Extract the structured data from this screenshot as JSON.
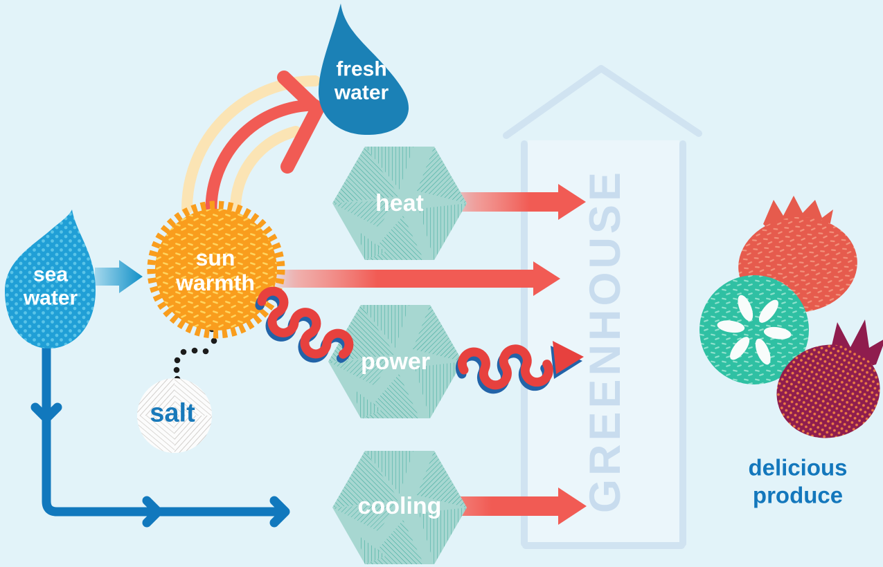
{
  "diagram": {
    "background_color": "#e2f3f9",
    "nodes": {
      "sea_water": {
        "label": "sea water",
        "fill": "#209fd6",
        "text_color": "#ffffff"
      },
      "sun_warmth": {
        "label": "sun warmth",
        "fill": "#f99d1d",
        "text_color": "#ffffff"
      },
      "fresh_water": {
        "label": "fresh water",
        "fill": "#1b81b6",
        "text_color": "#ffffff"
      },
      "heat": {
        "label": "heat",
        "fill": "#a7d7d1",
        "text_color": "#ffffff"
      },
      "power": {
        "label": "power",
        "fill": "#a7d7d1",
        "text_color": "#ffffff"
      },
      "cooling": {
        "label": "cooling",
        "fill": "#a7d7d1",
        "text_color": "#ffffff"
      },
      "salt": {
        "label": "salt",
        "fill": "#fcfcfc",
        "text_color": "#1879ba"
      },
      "greenhouse": {
        "label": "GREENHOUSE",
        "outline_color": "#d0e3f1",
        "text_color": "#c8dcee"
      },
      "delicious_produce": {
        "label": "delicious produce",
        "text_color": "#1377bc"
      }
    },
    "flows": [
      {
        "from": "sea water",
        "to": "sun warmth",
        "style": "short blue arrow"
      },
      {
        "from": "sun warmth",
        "to": "fresh water",
        "style": "curved red arrow with cream bands"
      },
      {
        "from": "sun warmth",
        "to": "greenhouse",
        "style": "straight red arrow"
      },
      {
        "from": "sun warmth",
        "to": "power",
        "style": "red coil with blue shadow"
      },
      {
        "from": "sun warmth",
        "to": "salt",
        "style": "black dotted line"
      },
      {
        "from": "heat",
        "to": "greenhouse",
        "style": "straight red arrow"
      },
      {
        "from": "power",
        "to": "greenhouse",
        "style": "red coil arrow with blue shadow"
      },
      {
        "from": "cooling",
        "to": "greenhouse",
        "style": "straight red arrow"
      },
      {
        "from": "sea water",
        "to": "cooling",
        "style": "blue elbow arrow"
      }
    ],
    "produce_items": [
      "tomato",
      "cucumber slice",
      "strawberry"
    ],
    "colors": {
      "arrow_red": "#f15b54",
      "coil_red": "#e7413e",
      "coil_shadow_blue": "#2263a8",
      "cream_band": "#fbe4b4",
      "flow_blue": "#1178bd",
      "tomato": "#e65b4d",
      "cucumber": "#2fc0a3",
      "strawberry": "#8f1d4e"
    }
  }
}
